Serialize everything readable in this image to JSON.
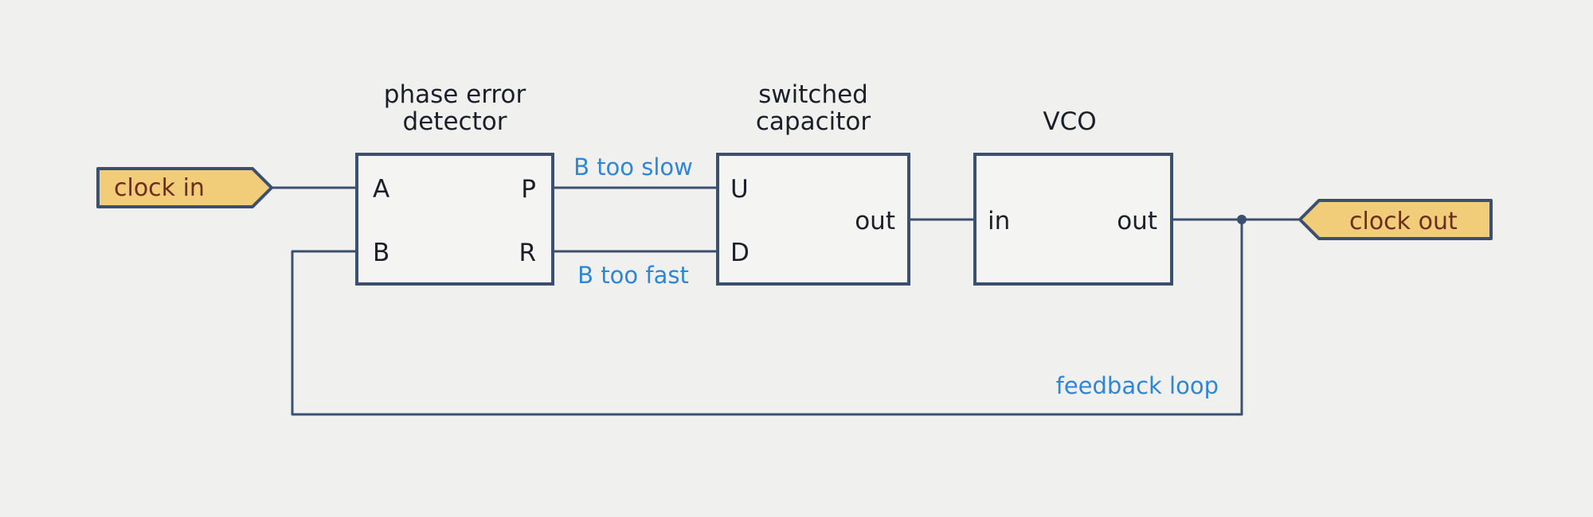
{
  "colors": {
    "background": "#f0f0ee",
    "line": "#3b4f70",
    "tag_fill": "#f1cd79",
    "annotation": "#2e86d8",
    "tag_text": "#6b2d1c"
  },
  "inputs": {
    "clock_in": "clock in"
  },
  "outputs": {
    "clock_out": "clock out"
  },
  "blocks": {
    "phase_detector": {
      "title_line1": "phase error",
      "title_line2": "detector",
      "ports": {
        "a": "A",
        "b": "B",
        "p": "P",
        "r": "R"
      }
    },
    "switched_capacitor": {
      "title_line1": "switched",
      "title_line2": "capacitor",
      "ports": {
        "u": "U",
        "d": "D",
        "out": "out"
      }
    },
    "vco": {
      "title": "VCO",
      "ports": {
        "in": "in",
        "out": "out"
      }
    }
  },
  "annotations": {
    "b_too_slow": "B too slow",
    "b_too_fast": "B too fast",
    "feedback_loop": "feedback loop"
  }
}
